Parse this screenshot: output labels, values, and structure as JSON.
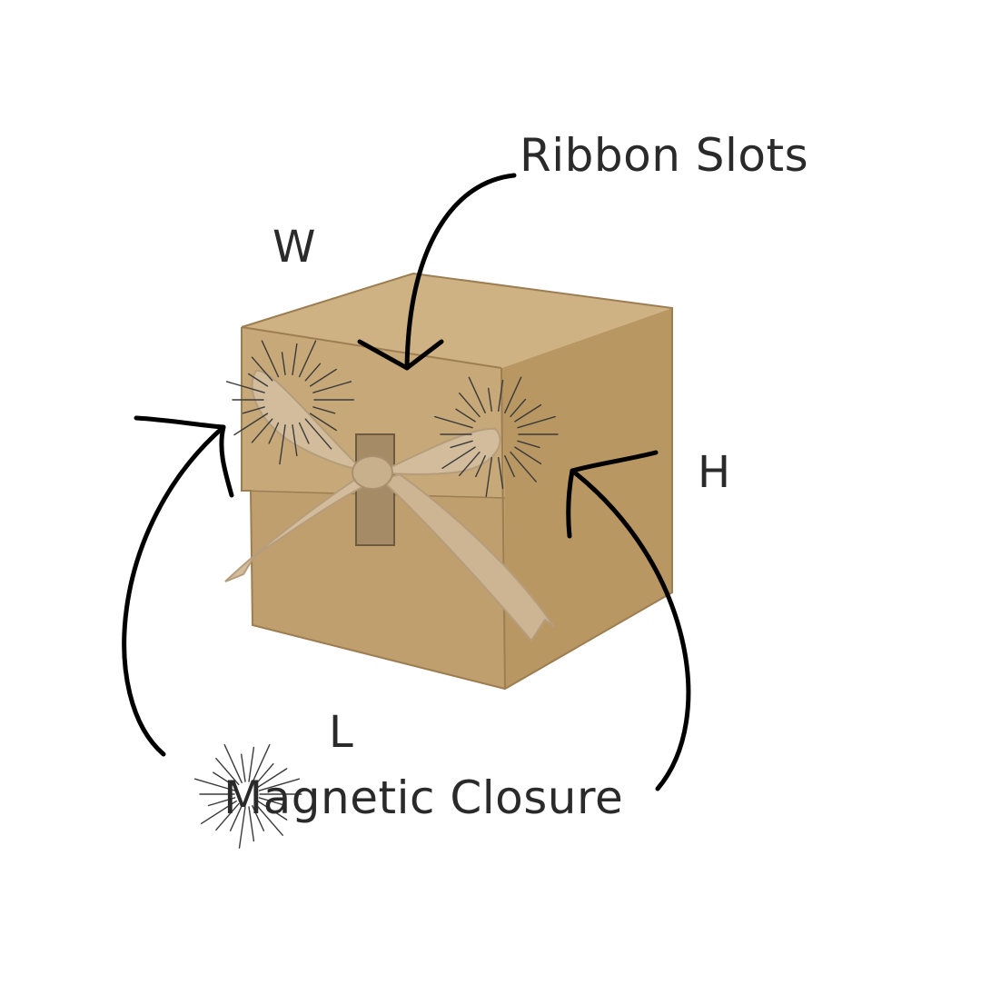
{
  "labels": {
    "ribbon_slots": "Ribbon Slots",
    "magnetic_closure": "Magnetic Closure",
    "width": "W",
    "height": "H",
    "length": "L"
  },
  "colors": {
    "box_front": "#c4a574",
    "box_side": "#b89762",
    "box_top": "#cfb283",
    "box_edge": "#9c7e52",
    "ribbon": "#d2bc9c",
    "ribbon_shadow": "#b59d7c",
    "arrow": "#000000",
    "text": "#2a2a2a"
  }
}
